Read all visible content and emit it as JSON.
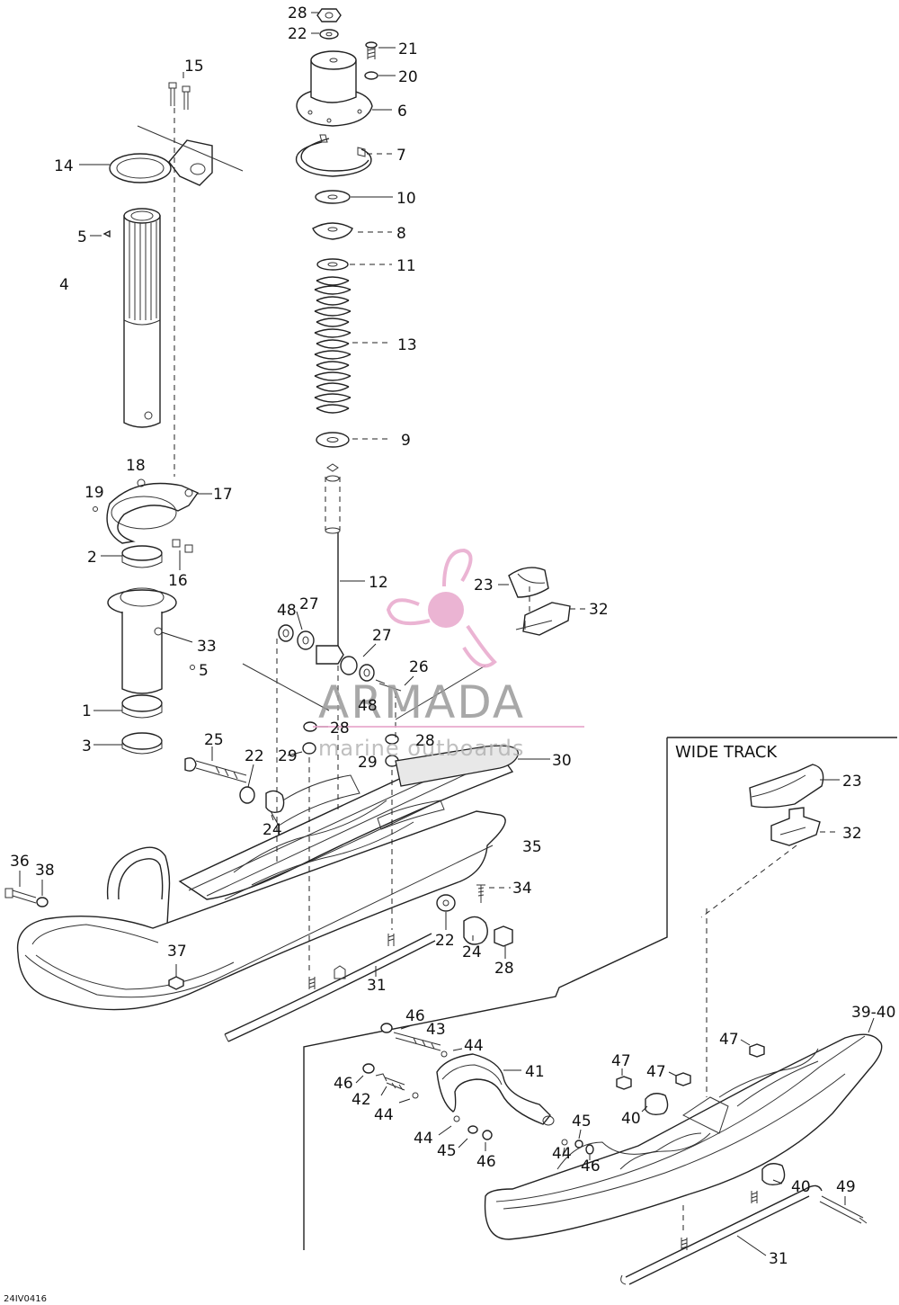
{
  "diagram": {
    "callouts": {
      "c28a": "28",
      "c22a": "22",
      "c21": "21",
      "c20": "20",
      "c6": "6",
      "c15": "15",
      "c14": "14",
      "c7": "7",
      "c10": "10",
      "c5a": "5",
      "c8": "8",
      "c4": "4",
      "c11": "11",
      "c13": "13",
      "c9": "9",
      "c18": "18",
      "c19": "19",
      "c17": "17",
      "c2": "2",
      "c16": "16",
      "c12": "12",
      "c23a": "23",
      "c32a": "32",
      "c48a": "48",
      "c27a": "27",
      "c27b": "27",
      "c33": "33",
      "c5b": "5",
      "c26": "26",
      "c1": "1",
      "c48b": "48",
      "c28b": "28",
      "c3": "3",
      "c28c": "28",
      "c25": "25",
      "c29a": "29",
      "c29b": "29",
      "c30": "30",
      "c22b": "22",
      "c24a": "24",
      "c35": "35",
      "c36": "36",
      "c38": "38",
      "c34": "34",
      "c22c": "22",
      "c24b": "24",
      "c28d": "28",
      "c37": "37",
      "c31a": "31",
      "c23b": "23",
      "c32b": "32",
      "c46a": "46",
      "c43": "43",
      "c44a": "44",
      "c41": "41",
      "c46b": "46",
      "c42": "42",
      "c44b": "44",
      "c44c": "44",
      "c45a": "45",
      "c46c": "46",
      "c45b": "45",
      "c44d": "44",
      "c46d": "46",
      "c47a": "47",
      "c47b": "47",
      "c47c": "47",
      "c40a": "40",
      "c3940": "39-40",
      "c40b": "40",
      "c49": "49",
      "c31b": "31"
    },
    "section_label": "WIDE TRACK",
    "drawing_code": "24IV0416"
  },
  "watermark": {
    "brand": "ARMADA",
    "tagline": "marine outboards",
    "logo": "propeller-logo",
    "color": "#e8a8cc"
  }
}
